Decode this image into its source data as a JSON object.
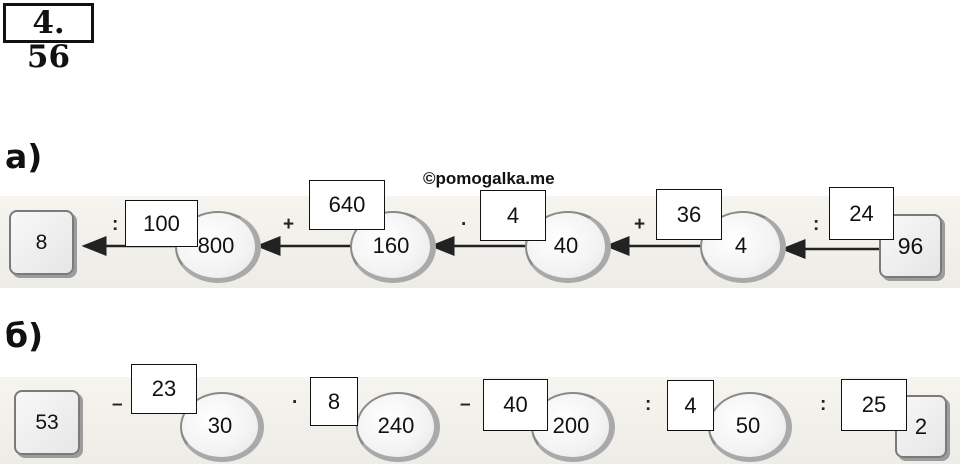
{
  "problem_number": "4. 56",
  "watermark": "©pomogalka.me",
  "part_a": {
    "label": "а)",
    "end_box": "8",
    "start_box": "96",
    "ovals": [
      "800",
      "160",
      "40",
      "4"
    ],
    "answers": [
      "100",
      "640",
      "4",
      "36",
      "24"
    ],
    "ops": [
      ":",
      "+",
      "·",
      "+",
      ":"
    ]
  },
  "part_b": {
    "label": "б)",
    "start_box": "53",
    "end_box": "2",
    "ovals": [
      "30",
      "240",
      "200",
      "50"
    ],
    "answers": [
      "23",
      "8",
      "40",
      "4",
      "25"
    ],
    "ops": [
      "–",
      "·",
      "–",
      ":",
      ":"
    ]
  }
}
